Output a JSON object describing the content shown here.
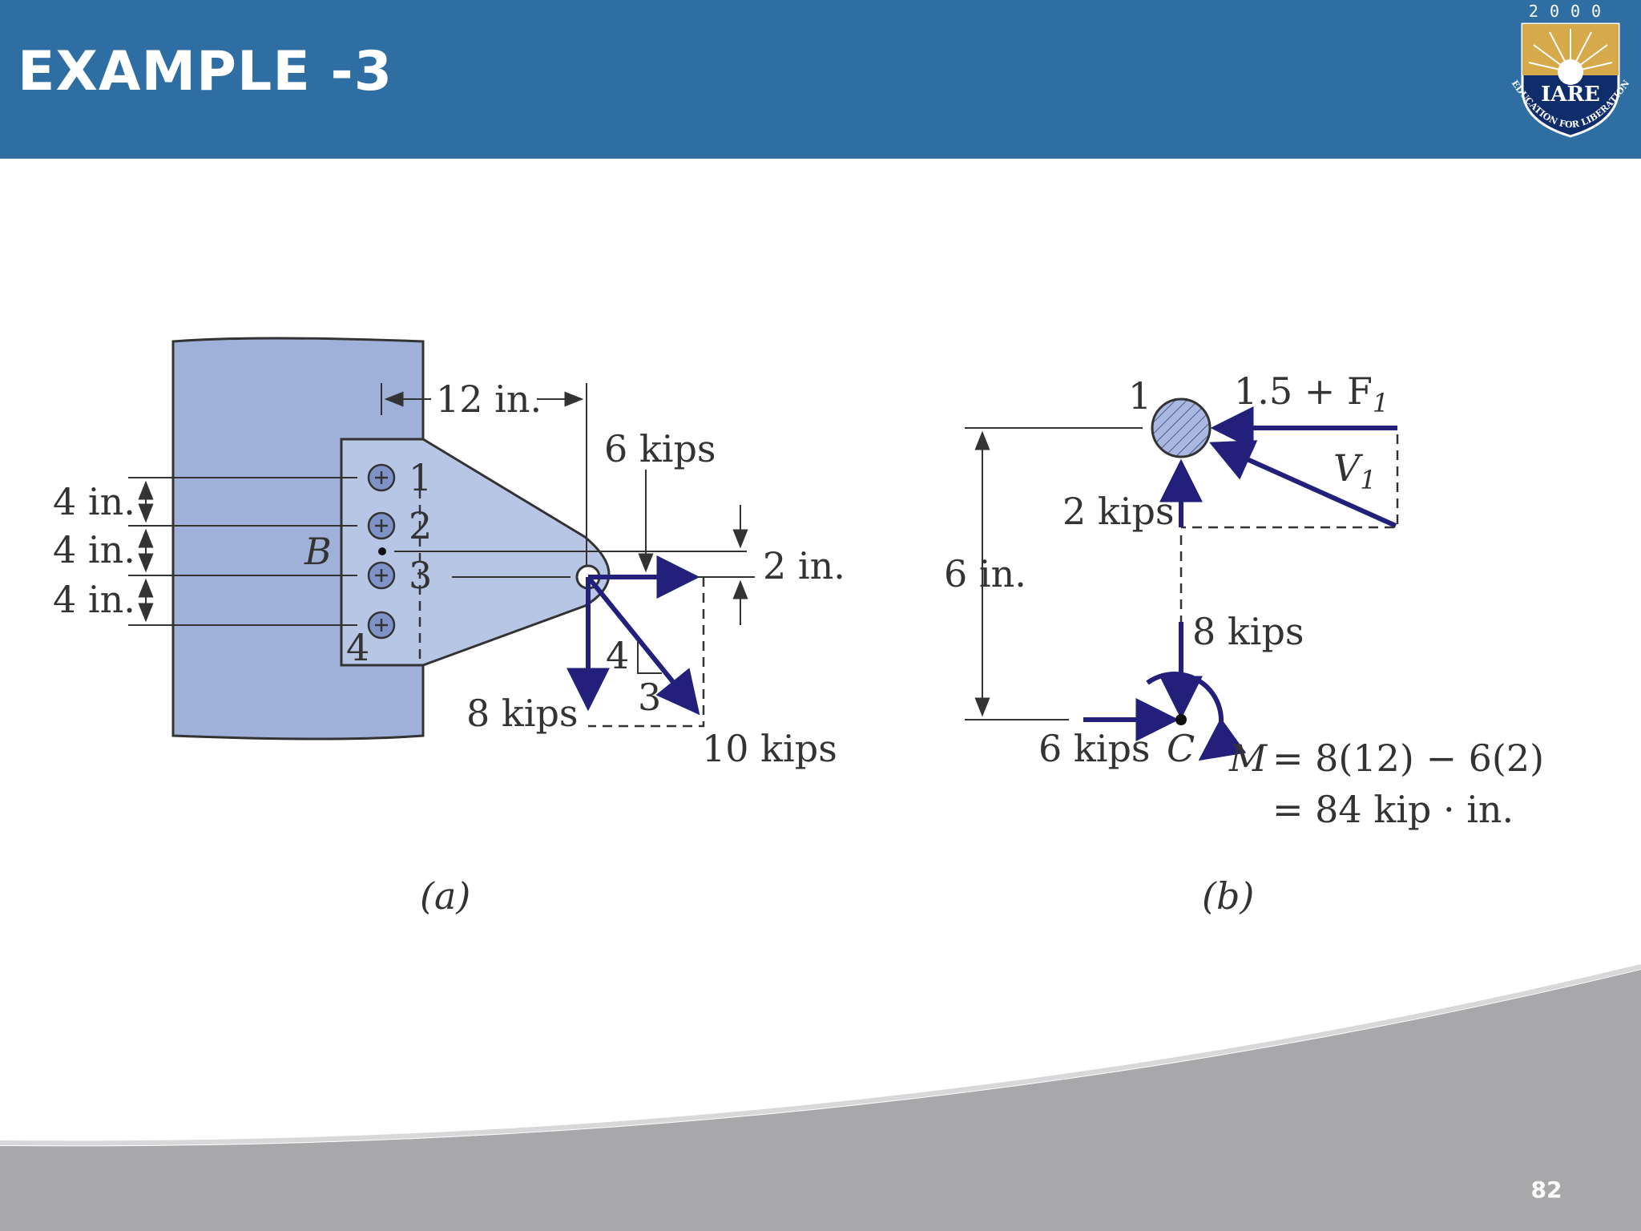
{
  "slide": {
    "title": "EXAMPLE -3",
    "page_number": "82"
  },
  "logo": {
    "year": "2000",
    "name": "IARE",
    "motto": "EDUCATION FOR LIBERATION"
  },
  "colors": {
    "header": "#2f6ea3",
    "column_fill": "#9fb1d8",
    "bracket_fill": "#b8c6e6",
    "force_arrow": "#22207a",
    "footer_gray": "#a8a8ab"
  },
  "figure_a": {
    "dim_12": "12 in.",
    "load": "6 kips",
    "dim_2": "2 in.",
    "spacing": [
      "4 in.",
      "4 in.",
      "4 in."
    ],
    "bolts": [
      "1",
      "2",
      "3",
      "4"
    ],
    "centroid": "B",
    "slope_rise": "4",
    "slope_run": "3",
    "vertical_component": "8 kips",
    "resultant": "10 kips",
    "caption": "(a)"
  },
  "figure_b": {
    "bolt": "1",
    "horizontal_force": "1.5 + F",
    "horizontal_force_sub": "1",
    "shear_force": "V",
    "shear_force_sub": "1",
    "vertical_bolt_force": "2 kips",
    "dim_6": "6 in.",
    "vertical_load": "8 kips",
    "horizontal_load": "6 kips",
    "point": "C",
    "moment_symbol": "M",
    "moment_eq": "= 8(12) − 6(2)",
    "moment_result": "= 84 kip · in.",
    "caption": "(b)"
  }
}
